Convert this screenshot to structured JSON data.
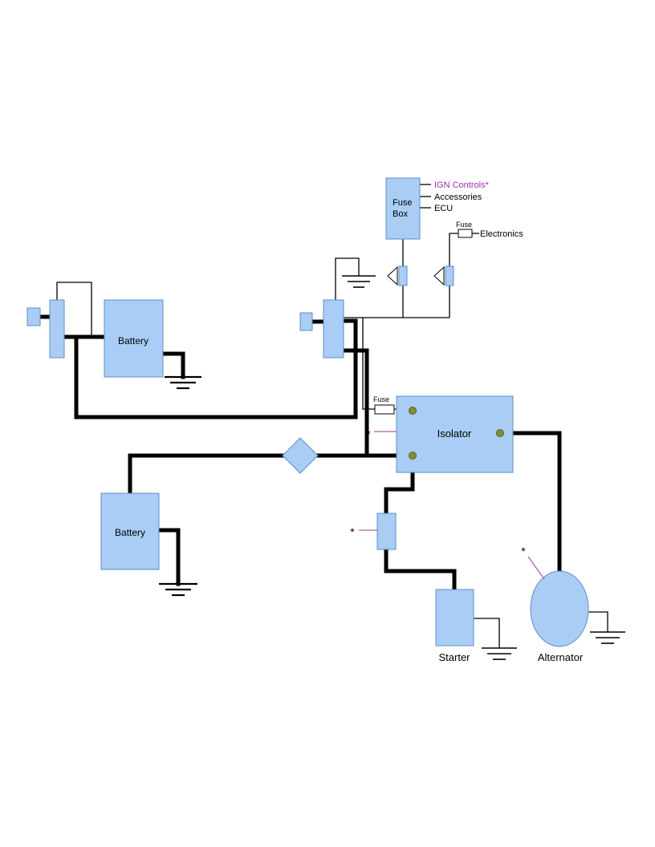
{
  "colors": {
    "background": "#FFFFFF",
    "component_fill": "#A9CDF4",
    "component_stroke": "#5E8FC4",
    "wire": "#000000",
    "annotation": "#B05FB0",
    "purple_text": "#9933AA",
    "terminal_fill": "#7E8F35",
    "terminal_stroke": "#55611F",
    "fuse_fill": "#FFFFFF",
    "text": "#000000"
  },
  "components": {
    "fuse_box": {
      "label_line1": "Fuse",
      "label_line2": "Box"
    },
    "fuse_box_outputs": [
      {
        "label": "IGN Controls*"
      },
      {
        "label": "Accessories"
      },
      {
        "label": "ECU"
      }
    ],
    "electronics_fuse": {
      "label": "Fuse",
      "load_label": "Electronics"
    },
    "isolator_fuse": {
      "label": "Fuse"
    },
    "battery_top": {
      "label": "Battery"
    },
    "battery_bottom": {
      "label": "Battery"
    },
    "isolator": {
      "label": "Isolator"
    },
    "starter": {
      "label": "Starter"
    },
    "alternator": {
      "label": "Alternator"
    },
    "annotations": {
      "asterisk": "*"
    }
  }
}
